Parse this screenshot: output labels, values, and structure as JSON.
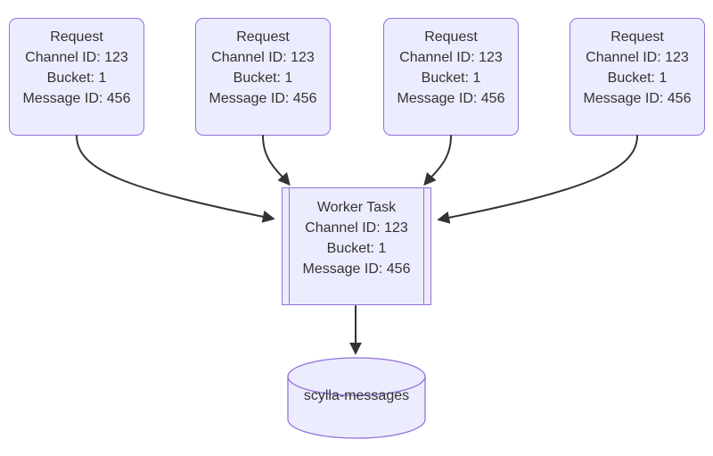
{
  "diagram": {
    "type": "flowchart",
    "colors": {
      "background": "#ffffff",
      "node_fill": "#ECECFF",
      "node_border": "#9370DB",
      "text_color": "#333333",
      "arrow_color": "#333333"
    },
    "requests": [
      {
        "title": "Request",
        "lines": [
          "Channel ID: 123",
          "Bucket: 1",
          "Message ID: 456"
        ]
      },
      {
        "title": "Request",
        "lines": [
          "Channel ID: 123",
          "Bucket: 1",
          "Message ID: 456"
        ]
      },
      {
        "title": "Request",
        "lines": [
          "Channel ID: 123",
          "Bucket: 1",
          "Message ID: 456"
        ]
      },
      {
        "title": "Request",
        "lines": [
          "Channel ID: 123",
          "Bucket: 1",
          "Message ID: 456"
        ]
      }
    ],
    "worker": {
      "title": "Worker Task",
      "lines": [
        "Channel ID: 123",
        "Bucket: 1",
        "Message ID: 456"
      ]
    },
    "database": {
      "label": "scylla-messages"
    },
    "edges": [
      {
        "from": "request-1",
        "to": "worker-task"
      },
      {
        "from": "request-2",
        "to": "worker-task"
      },
      {
        "from": "request-3",
        "to": "worker-task"
      },
      {
        "from": "request-4",
        "to": "worker-task"
      },
      {
        "from": "worker-task",
        "to": "database"
      }
    ]
  }
}
